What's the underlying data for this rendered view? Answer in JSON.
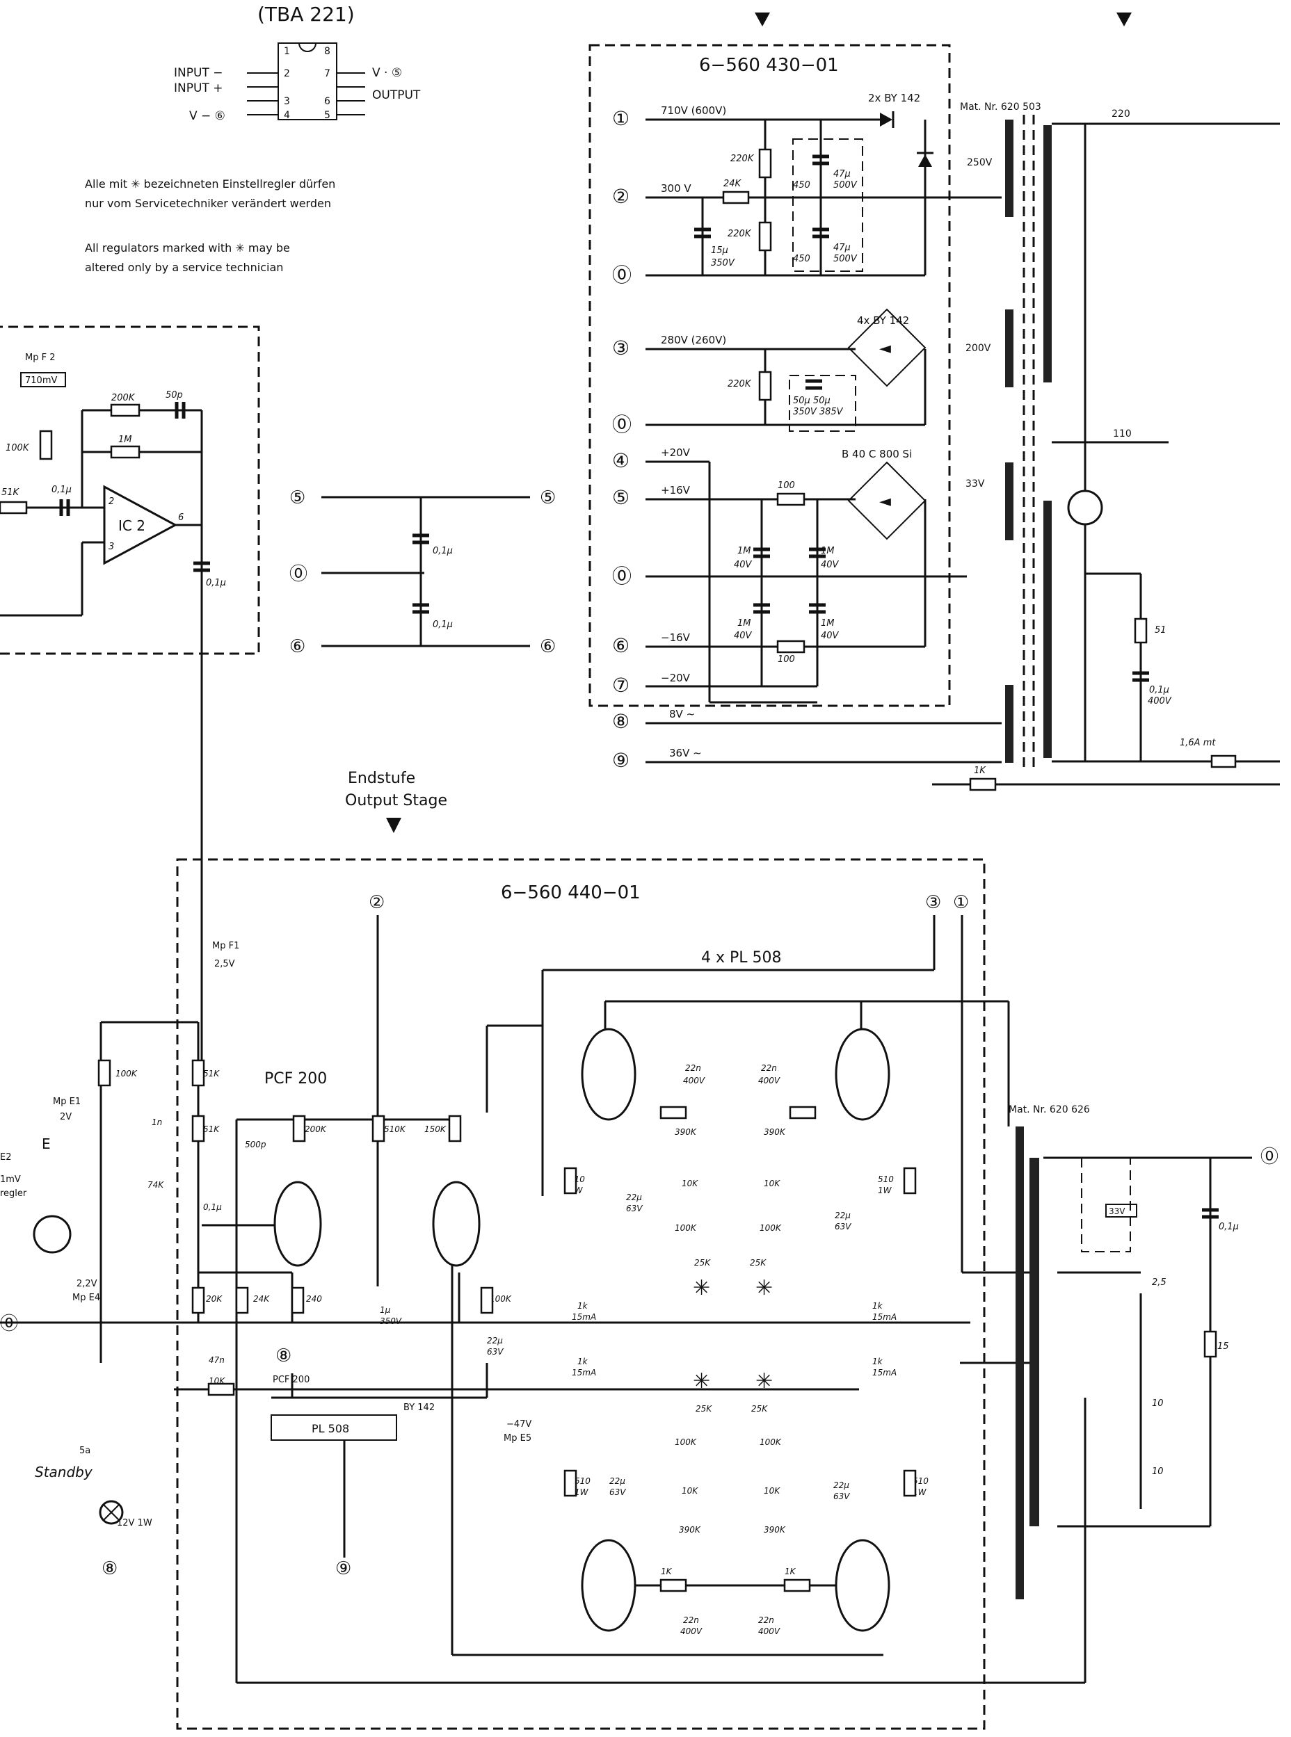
{
  "ic": {
    "type_label": "(TBA 221)",
    "pins_left": [
      "1",
      "2",
      "3",
      "4"
    ],
    "pins_right": [
      "8",
      "7",
      "6",
      "5"
    ],
    "labels_left": [
      "INPUT −",
      "INPUT +",
      "V − ⑥"
    ],
    "labels_right": [
      "V · ⑤",
      "OUTPUT"
    ]
  },
  "notes": {
    "german_line1": "Alle mit ✳ bezeichneten  Einstellregler  dürfen",
    "german_line2": "nur vom  Servicetechniker  verändert  werden",
    "english_line1": "All  regulators  marked  with ✳ may  be",
    "english_line2": "altered  only  by  a  service  technician"
  },
  "power_section": {
    "board_label": "6−560 430−01",
    "terminals": [
      "①",
      "②",
      "⓪",
      "③",
      "⓪",
      "④",
      "⑤",
      "⓪",
      "⑥",
      "⑦",
      "⑧",
      "⑨"
    ],
    "voltages": [
      "710V  (600V)",
      "300 V",
      "280V  (260V)",
      "+20V",
      "+16V",
      "−16V",
      "−20V",
      "8V ∼",
      "36V ∼"
    ],
    "rectifier1": "2x BY 142",
    "rectifier2": "4x BY 142",
    "rectifier3": "B 40 C 800 Si",
    "components": [
      "220K",
      "24K",
      "220K",
      "15µ",
      "350V",
      "47µ",
      "500V",
      "450",
      "47µ",
      "500V",
      "450",
      "220K",
      "50µ 50µ",
      "350V 385V",
      "100",
      "1M",
      "40V",
      "1M",
      "40V",
      "1M",
      "40V",
      "1M",
      "40V",
      "100"
    ]
  },
  "power_supply": {
    "transformer_label": "Mat. Nr. 620 503",
    "windings": [
      "250V",
      "200V",
      "33V"
    ],
    "mains_taps": [
      "220",
      "110"
    ],
    "parts": [
      "51",
      "0,1µ",
      "400V",
      "1,6A mt",
      "1K"
    ]
  },
  "ic2_stage": {
    "test_point": "Mp F 2",
    "test_value": "710mV",
    "ic_name": "IC 2",
    "components": [
      "200K",
      "50p",
      "1M",
      "100K",
      "51K",
      "0,1µ",
      "0,1µ"
    ],
    "pins": [
      "2",
      "3",
      "6"
    ]
  },
  "decoupling": {
    "terminals": [
      "⑤",
      "⓪",
      "⑥",
      "⑤",
      "⑥"
    ],
    "caps": [
      "0,1µ",
      "0,1µ"
    ]
  },
  "output_stage": {
    "title_de": "Endstufe",
    "title_en": "Output Stage",
    "board_label": "6−560 440−01",
    "output_tubes": "4 x PL 508",
    "driver_tube": "PCF 200",
    "transformer_label": "Mat. Nr. 620 626",
    "terminals_top": [
      "②",
      "③",
      "①"
    ],
    "terminal_out": "⓪",
    "mp_f1": "Mp F1",
    "mp_f1_value": "2,5V",
    "mp_e1": "Mp E1",
    "mp_e1_value": "2V",
    "mp_e4": "Mp E4",
    "mp_e4_value": "2,2V",
    "mp_e5": "Mp E5",
    "mp_e5_value": "−47V",
    "e2": "E2",
    "e2_value": "1mV",
    "e_label": "E",
    "regler": "regler",
    "standby_pin": "5a",
    "standby": "Standby",
    "lamp": "12V  1W",
    "heater_pcf": "PCF 200",
    "heater_pl": "PL 508",
    "diode": "BY 142",
    "winding_tag": "33V",
    "taps": [
      "2,5",
      "10",
      "10",
      "15",
      "0,1µ"
    ],
    "resistors": [
      "100K",
      "51K",
      "51K",
      "1n",
      "74K",
      "200K",
      "500p",
      "510K",
      "150K",
      "0,1µ",
      "20K",
      "24K",
      "240",
      "1µ",
      "350V",
      "100K",
      "22µ",
      "63V",
      "47n",
      "10K",
      "510",
      "1W",
      "510",
      "1W",
      "22n",
      "400V",
      "22n",
      "400V",
      "1K",
      "1K",
      "390K",
      "390K",
      "10K",
      "10K",
      "100K",
      "100K",
      "25K",
      "25K",
      "22µ",
      "63V",
      "22µ",
      "63V",
      "1k",
      "15mA",
      "1k",
      "15mA",
      "1k",
      "15mA",
      "1k",
      "15mA",
      "25K",
      "25K",
      "100K",
      "100K",
      "10K",
      "10K",
      "510",
      "1W",
      "510",
      "1W",
      "22µ",
      "63V",
      "22µ",
      "63V",
      "390K",
      "390K",
      "1K",
      "1K",
      "22n",
      "400V",
      "22n",
      "400V"
    ],
    "bottom_terminals": [
      "⑧",
      "⑨",
      "⑧"
    ],
    "left_terminal": "⓪"
  }
}
